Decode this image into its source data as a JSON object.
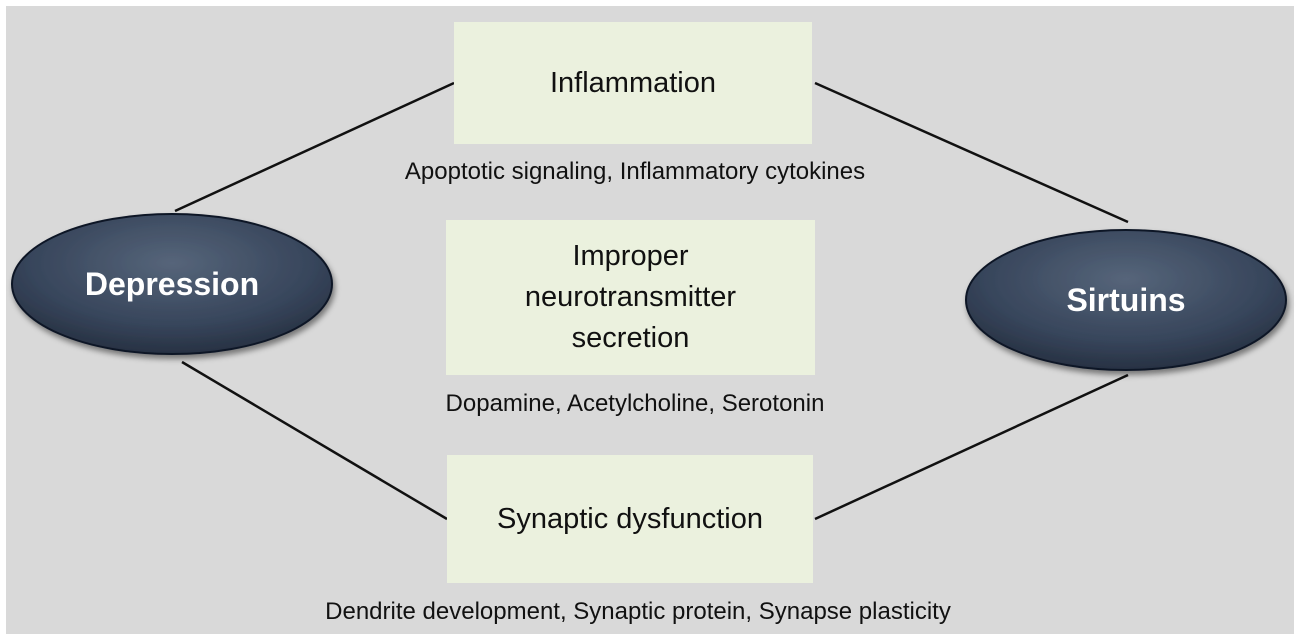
{
  "nodes": {
    "depression": "Depression",
    "sirtuins": "Sirtuins"
  },
  "boxes": {
    "inflammation": {
      "title": "Inflammation",
      "caption": "Apoptotic signaling, Inflammatory cytokines"
    },
    "neurotransmitter": {
      "lines": [
        "Improper",
        "neurotransmitter",
        "secretion"
      ],
      "caption": "Dopamine, Acetylcholine, Serotonin"
    },
    "synaptic": {
      "title": "Synaptic dysfunction",
      "caption": "Dendrite development, Synaptic protein, Synapse plasticity"
    }
  },
  "colors": {
    "panel_background": "#d9d9d9",
    "box_fill": "#ebf1de",
    "ellipse_fill": "#2f3b4c",
    "ellipse_highlight": "#5a6a80",
    "connector": "#111111"
  }
}
